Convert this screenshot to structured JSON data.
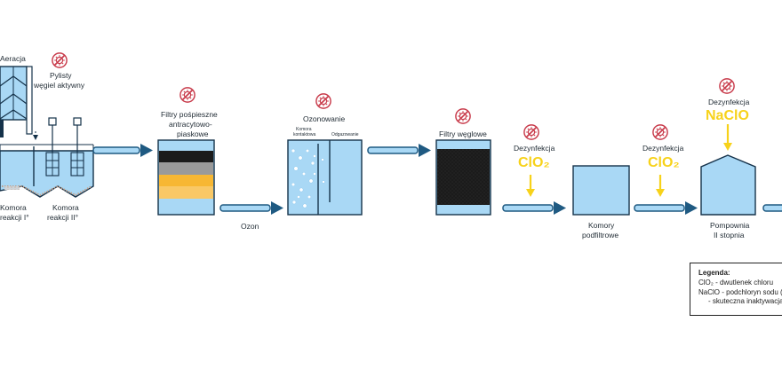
{
  "labels": {
    "aeracja": "Aeracja",
    "pylisty_1": "Pylisty",
    "pylisty_2": "węgiel aktywny",
    "komora1_1": "Komora",
    "komora1_2": "reakcji I°",
    "komora2_1": "Komora",
    "komora2_2": "reakcji II°",
    "filtry_posp_1": "Filtry pośpieszne",
    "filtry_posp_2": "antracytowo-",
    "filtry_posp_3": "piaskowe",
    "ozon": "Ozon",
    "ozonowanie": "Ozonowanie",
    "komora_kontaktowa_1": "Komora",
    "komora_kontaktowa_2": "kontaktowa",
    "odgazowanie": "Odgazowanie",
    "filtry_weglowe": "Filtry węglowe",
    "dezynfekcja_1": "Dezynfekcja",
    "clo2_1": "ClO₂",
    "komory_podfiltrowe_1": "Komory",
    "komory_podfiltrowe_2": "podfiltrowe",
    "dezynfekcja_2": "Dezynfekcja",
    "clo2_2": "ClO₂",
    "dezynfekcja_3": "Dezynfekcja",
    "naclo": "NaClO",
    "pompownia_1": "Pompownia",
    "pompownia_2": "II stopnia"
  },
  "legend": {
    "title": "Legenda:",
    "line1": "ClO₂ - dwutlenek chloru",
    "line2": "NaClO - podchloryn sodu (",
    "line3": "- skuteczna inaktywacja"
  },
  "colors": {
    "water": "#a9d8f5",
    "water_dark": "#7fc1ec",
    "pipe": "#1f5a82",
    "stroke": "#15324a",
    "chem_yellow": "#f7d21a",
    "virus_red": "#c83a4a"
  }
}
